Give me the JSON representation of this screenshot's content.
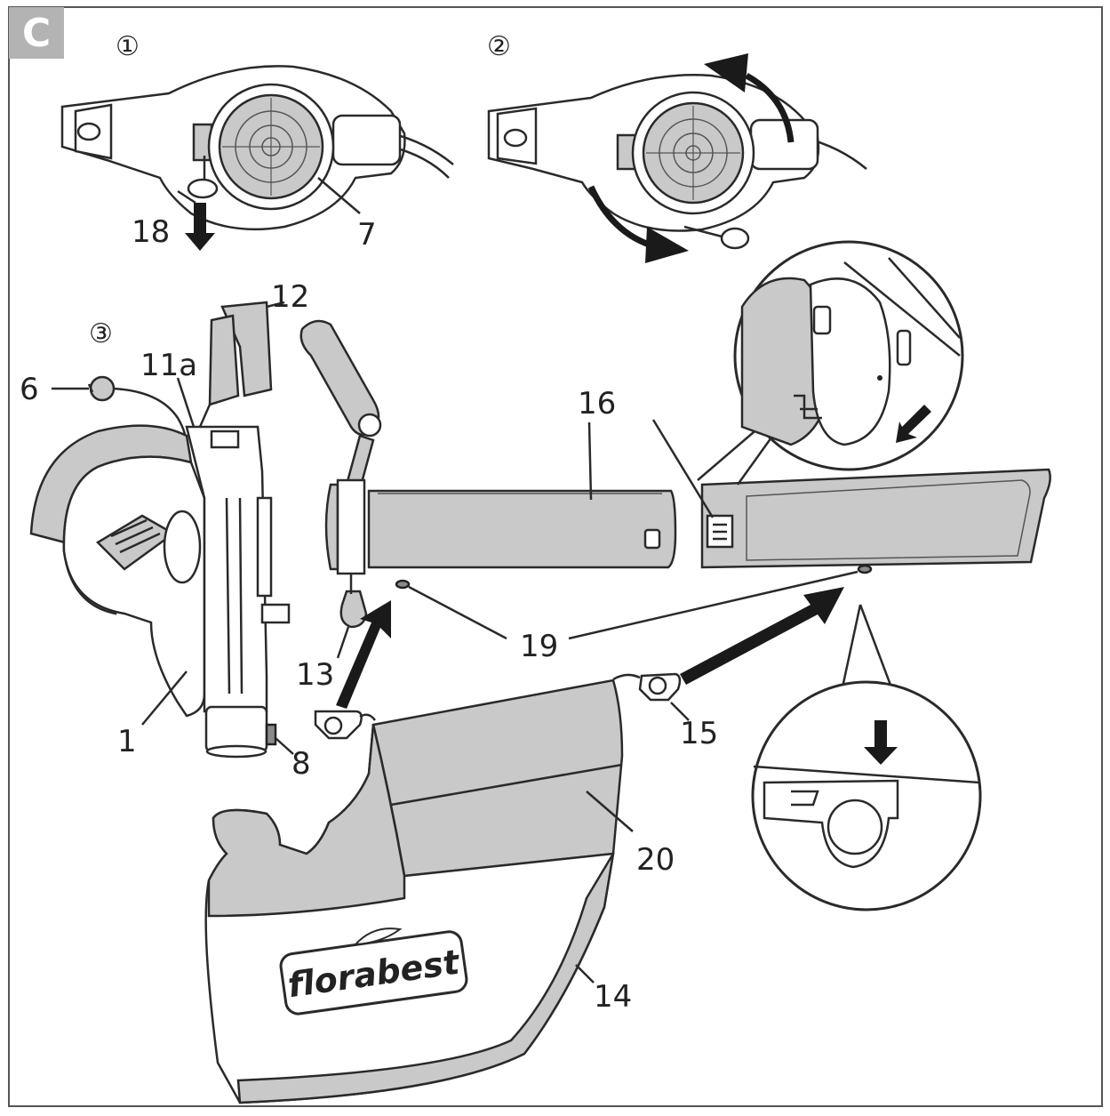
{
  "figure": {
    "section_letter": "C",
    "steps": [
      "①",
      "②",
      "③"
    ]
  },
  "labels": {
    "l18": "18",
    "l7": "7",
    "l12": "12",
    "l11a": "11a",
    "l6": "6",
    "l16": "16",
    "l13": "13",
    "l19": "19",
    "l15": "15",
    "l1": "1",
    "l8": "8",
    "l20": "20",
    "l14": "14"
  },
  "brand": {
    "logo_text": "florabest"
  },
  "colors": {
    "part_grey": "#c9c9c9",
    "outline": "#2a2a2a",
    "tab_grey": "#b3b3b3"
  }
}
